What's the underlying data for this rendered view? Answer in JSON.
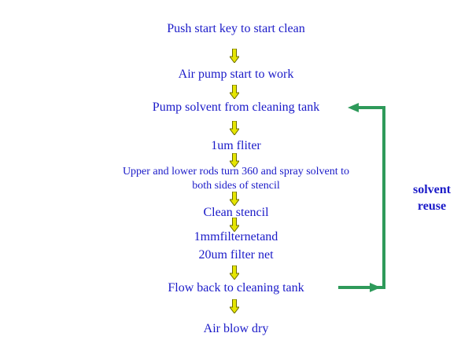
{
  "steps": [
    "Push start key to start  clean",
    "Air pump start to work",
    "Pump solvent  from cleaning tank",
    "1um  fliter",
    "Upper and lower rods turn 360 and spray solvent  to",
    "both sides of stencil",
    "Clean stencil",
    "1mmfilternetand",
    "20um filter net",
    "Flow back to cleaning tank",
    "Air blow dry"
  ],
  "loop_label": {
    "line1": "solvent",
    "line2": "reuse"
  },
  "colors": {
    "text": "#1a1ac8",
    "arrow_fill": "#e6e600",
    "arrow_stroke": "#6b6b00",
    "loop": "#2e9a5a"
  },
  "icons": {
    "step_arrow": "down-arrow-icon",
    "loop_arrow": "return-arrow-icon"
  }
}
